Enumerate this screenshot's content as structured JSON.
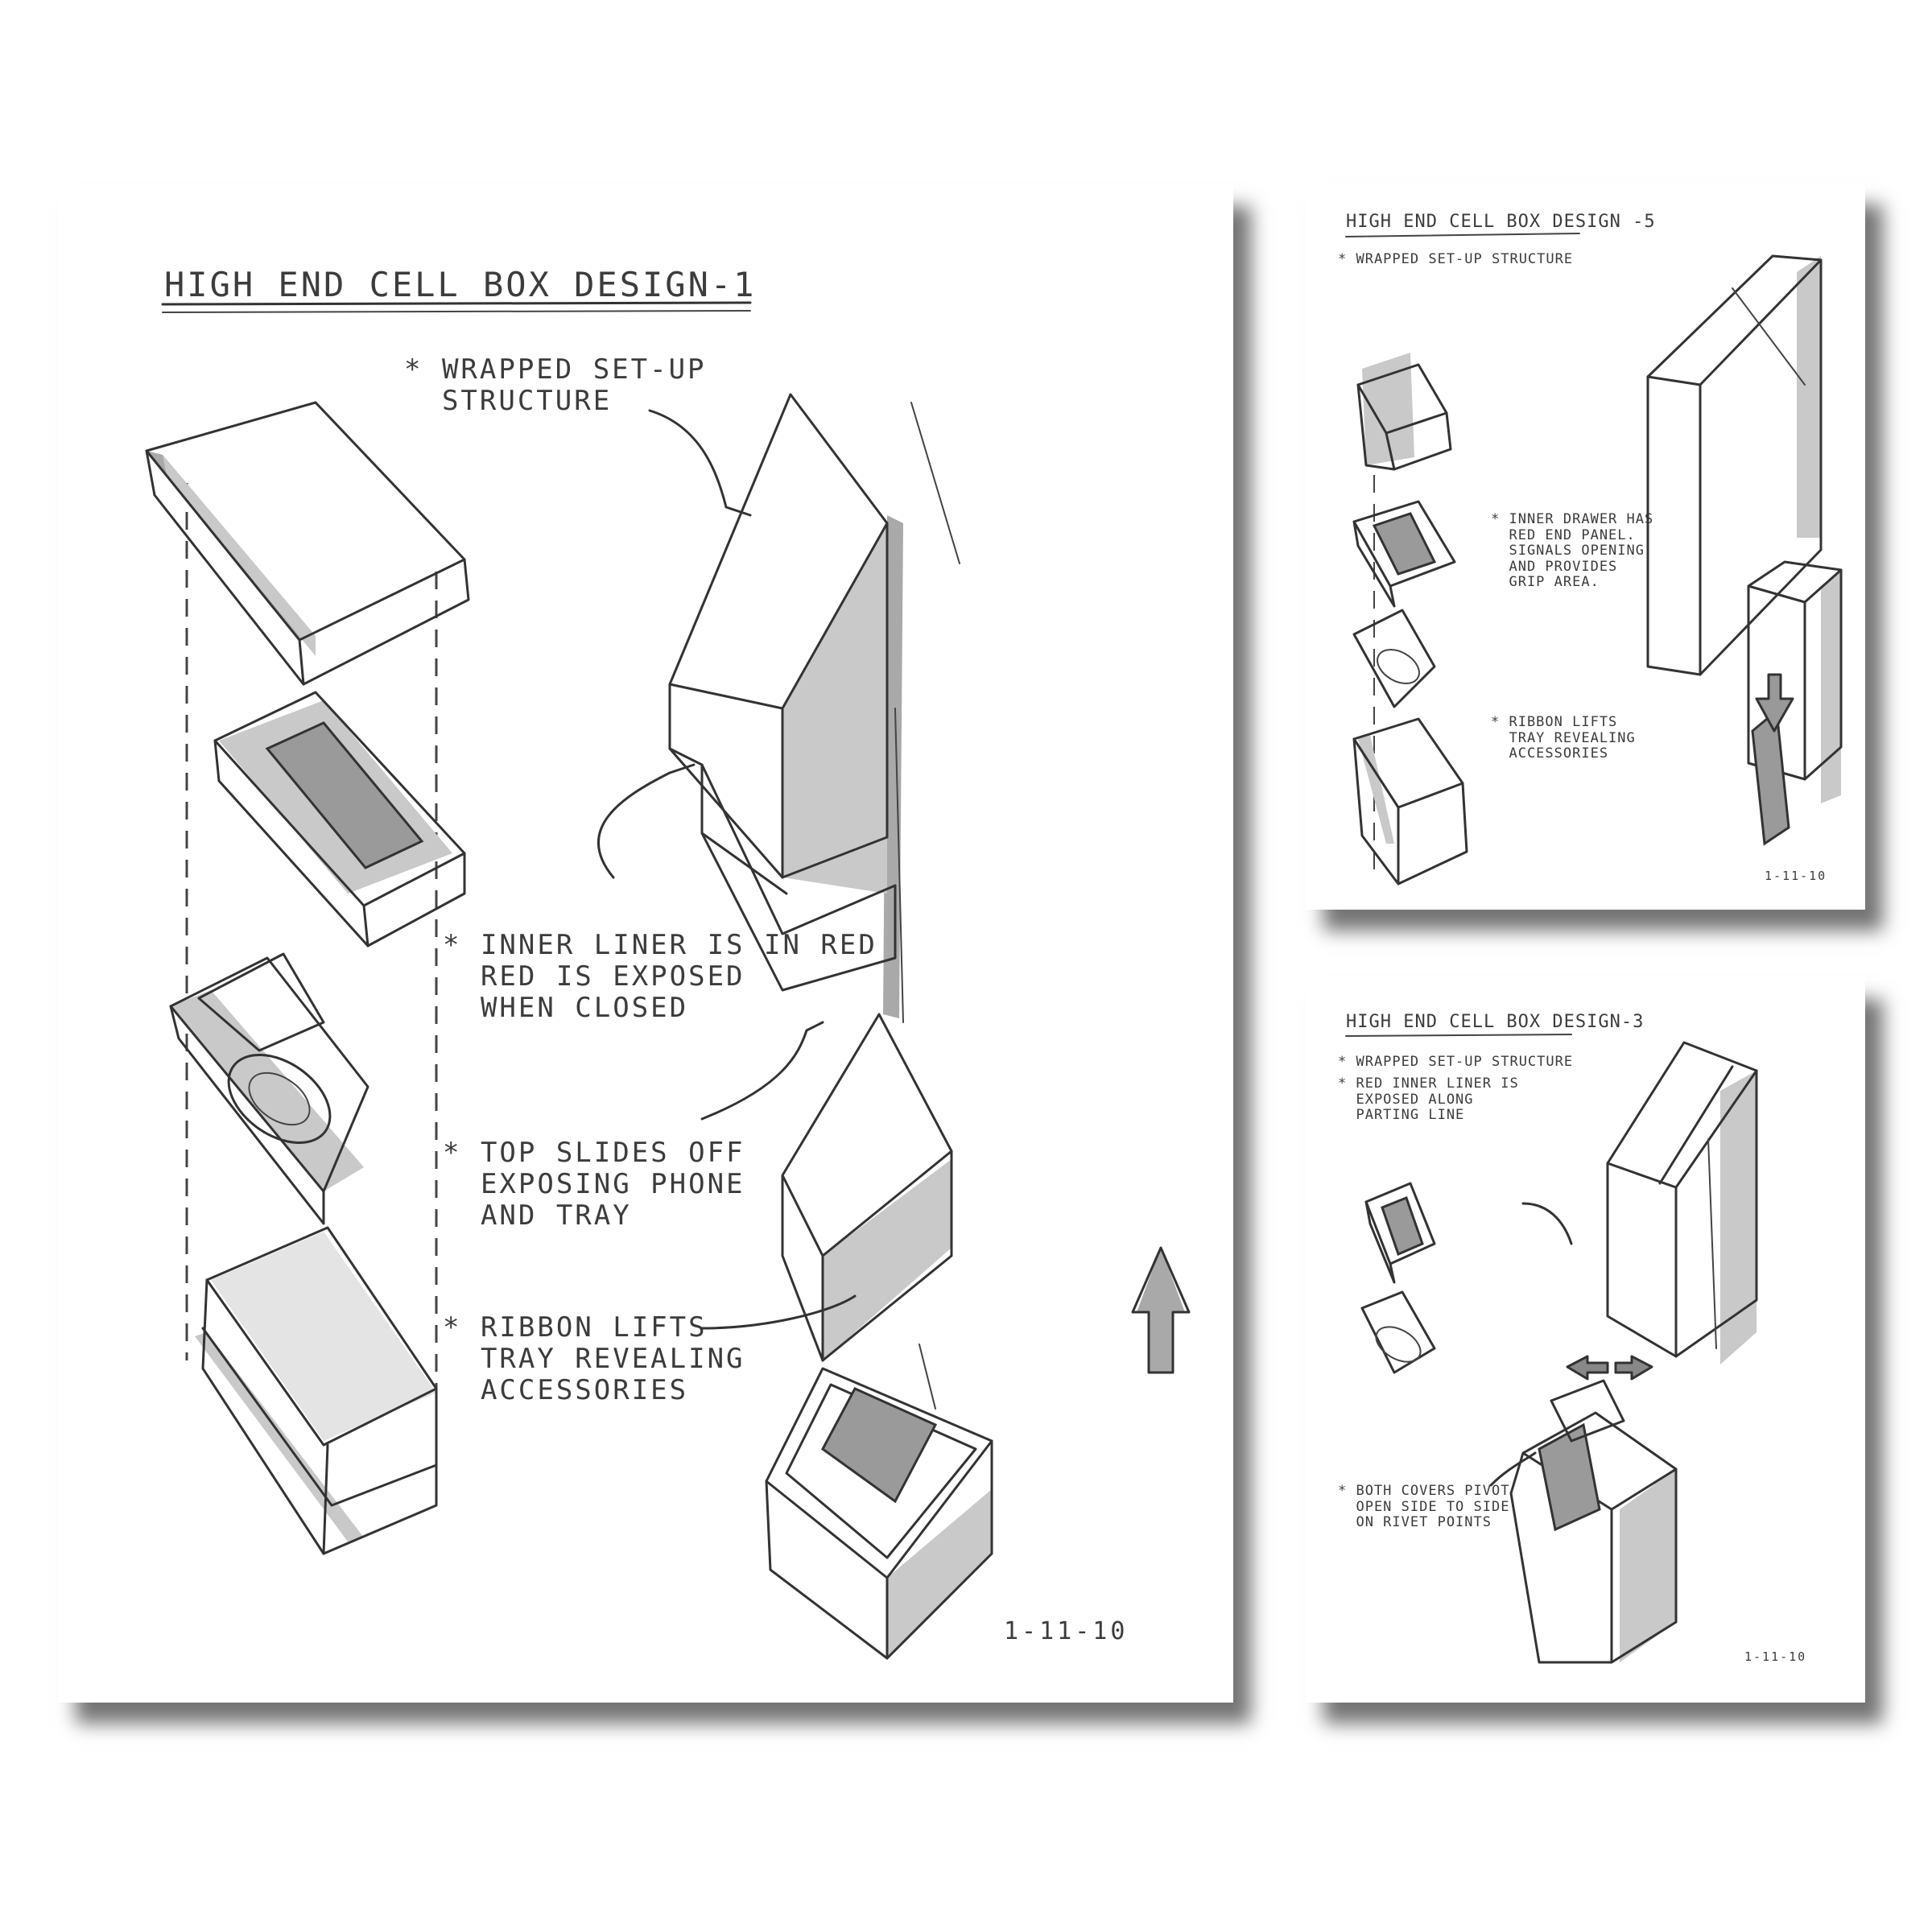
{
  "main_sheet": {
    "title": "HIGH END CELL BOX DESIGN-1",
    "notes": [
      "* WRAPPED SET-UP\n  STRUCTURE",
      "* INNER LINER IS IN RED\n  RED IS EXPOSED\n  WHEN CLOSED",
      "* TOP SLIDES OFF\n  EXPOSING PHONE\n  AND TRAY",
      "* RIBBON LIFTS\n  TRAY REVEALING\n  ACCESSORIES"
    ],
    "date": "1-11-10"
  },
  "sheet_top_right": {
    "title": "HIGH END CELL BOX DESIGN -5",
    "notes": [
      "* WRAPPED SET-UP STRUCTURE",
      "* INNER DRAWER HAS\n  RED END PANEL.\n  SIGNALS OPENING\n  AND PROVIDES\n  GRIP AREA.",
      "* RIBBON LIFTS\n  TRAY REVEALING\n  ACCESSORIES"
    ],
    "date": "1-11-10"
  },
  "sheet_bottom_right": {
    "title": "HIGH END CELL BOX DESIGN-3",
    "notes": [
      "* WRAPPED SET-UP STRUCTURE",
      "* RED INNER LINER IS\n  EXPOSED ALONG\n  PARTING LINE",
      "* BOTH COVERS PIVOT\n  OPEN SIDE TO SIDE\n  ON RIVET POINTS"
    ],
    "date": "1-11-10"
  }
}
